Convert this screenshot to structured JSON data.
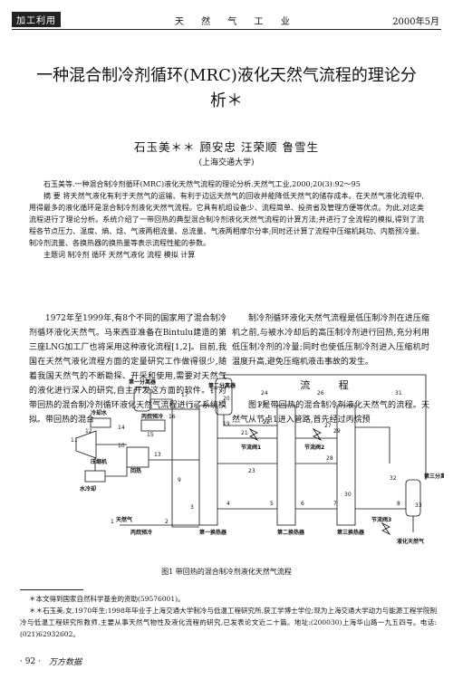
{
  "header": {
    "tag": "加工利用",
    "journal": "天 然 气 工 业",
    "date": "2000年5月"
  },
  "article": {
    "title": "一种混合制冷剂循环(MRC)液化天然气流程的理论分析＊",
    "authors": "石玉美＊＊  顾安忠  汪荣顺  鲁雪生",
    "affiliation": "(上海交通大学)",
    "citation": "石玉美等.一种混合制冷剂循环(MRC)液化天然气流程的理论分析.天然气工业,2000;20(3):92～95",
    "abstract": "摘  要  将天然气液化有利于天然气的运输、有利于边远天然气的回收并能降低天然气的储存成本。在天然气液化流程中,用得最多的液化循环是混合制冷剂液化天然气流程。它具有机组设备少、流程简单、投资省及管理方便等优点。为此,对这类流程进行了理论分析。系统介绍了一带回热的典型混合制冷剂液化天然气流程的计算方法;并进行了全流程的模拟,得到了流程各节点压力、温度、熵、焓、气液两相流量、总流量、气液两相摩尔分率;同时还计算了流程中压缩机耗功、内筋预冷量、制冷剂流量、各换热器的换热量等表示流程性能的参数。",
    "keywords": "主题词  制冷剂  循环  天然气液化  流程  模拟  计算"
  },
  "body": {
    "left_para": "1972年至1999年,有8个不同的国家用了混合制冷剂循环液化天然气。马来西亚准备在Bintulu建造的第三座LNG加工厂也将采用这种液化流程[1,2]。目前,我国在天然气液化流程方面的定量研究工作做得很少,随着我国天然气的不断勘探、开采和使用,需要对天然气的液化进行深入的研究,自主开发这方面的软件。针对带回热的混合制冷剂循环液化天然气流程进行了系统模拟。带回热的混合",
    "right_para1": "制冷剂循环液化天然气流程是低压制冷剂在进压缩机之前,与被水冷却后的高压制冷剂进行回热,充分利用低压制冷剂的冷量;同时也使低压制冷剂进入压缩机时温度升高,避免压缩机液击事故的发生。",
    "section_title": "流  程",
    "right_para2": "图1是带回热的混合制冷剂液化天然气的流程。天然气从节点1进入管路,首先经过丙烷预"
  },
  "figure": {
    "caption": "图1  带回热的混合制冷剂液化天然气流程",
    "labels": {
      "separator1": "第一分离器",
      "separator2": "第二分离器",
      "separator3": "第三分离器",
      "cooling_water": "冷却水",
      "propane_precool_top": "丙烷预冷",
      "propane_precool_bottom": "丙烷预冷",
      "compressor": "压缩机",
      "recuperator": "回热",
      "water_cooler": "水冷却",
      "natural_gas": "天然气",
      "hx1": "第一换热器",
      "hx2": "第二换热器",
      "hx3": "第三换热器",
      "throttle_valve1": "节流阀1",
      "throttle_valve2": "节流阀2",
      "throttle_valve3": "节流阀3",
      "lng": "液化天然气"
    },
    "nodes": [
      "1",
      "2",
      "3",
      "4",
      "5",
      "6",
      "7",
      "8",
      "9",
      "10",
      "11",
      "12",
      "13",
      "14",
      "15",
      "16",
      "17",
      "18",
      "19",
      "20",
      "21",
      "22",
      "23",
      "24",
      "25",
      "26",
      "27",
      "28",
      "29",
      "30",
      "31",
      "32",
      "33"
    ]
  },
  "footnotes": {
    "note1": "＊本文得到国家自然科学基金的资助(59576001)。",
    "note2": "＊＊石玉美,女,1970年生;1998年毕业于上海交通大学制冷与低温工程研究所,获工学博士学位;现为上海交通大学动力与能源工程学院制冷与低温工程研究所教师,主要从事天然气物性及液化流程的研究,已发表论文近二十篇。地址:(200030)上海华山路一九五四号。电话:(021)62932602。"
  },
  "footer": {
    "page_number": "· 92 ·",
    "watermark": "万方数据"
  }
}
